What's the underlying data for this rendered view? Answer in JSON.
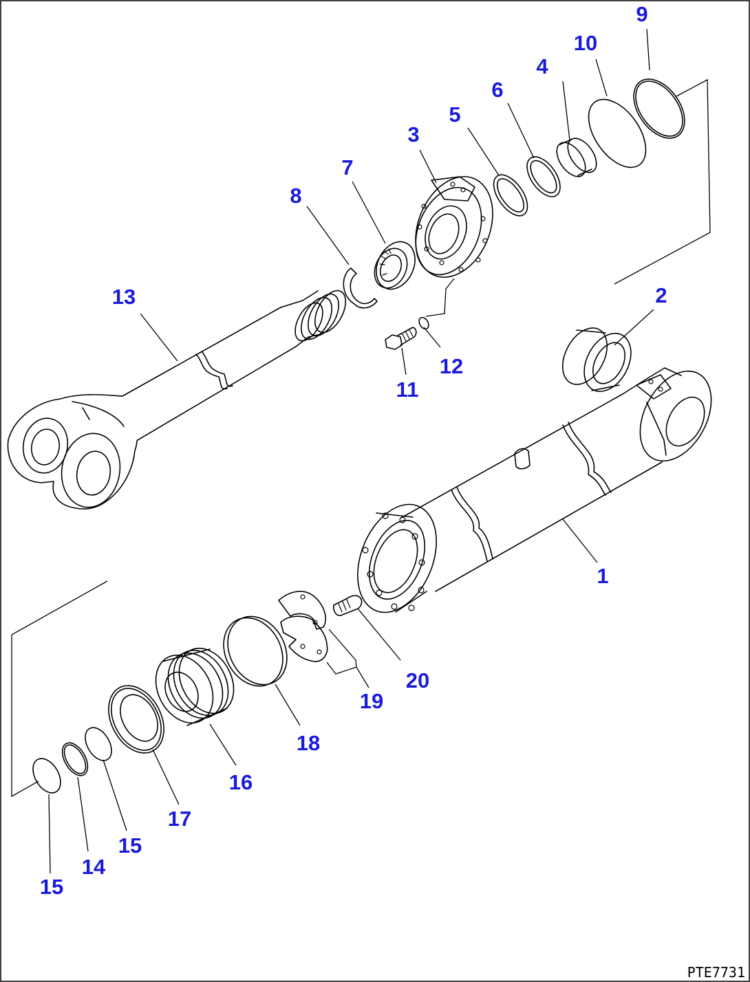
{
  "drawing_code": "PTE7731",
  "callouts": {
    "c1": "1",
    "c2": "2",
    "c3": "3",
    "c4": "4",
    "c5": "5",
    "c6": "6",
    "c7": "7",
    "c8": "8",
    "c9": "9",
    "c10": "10",
    "c11": "11",
    "c12": "12",
    "c13": "13",
    "c14": "14",
    "c15a": "15",
    "c15b": "15",
    "c16": "16",
    "c17": "17",
    "c18": "18",
    "c19": "19",
    "c20": "20"
  },
  "colors": {
    "callout": "#1a1adc",
    "line": "#000000",
    "background": "#ffffff"
  }
}
